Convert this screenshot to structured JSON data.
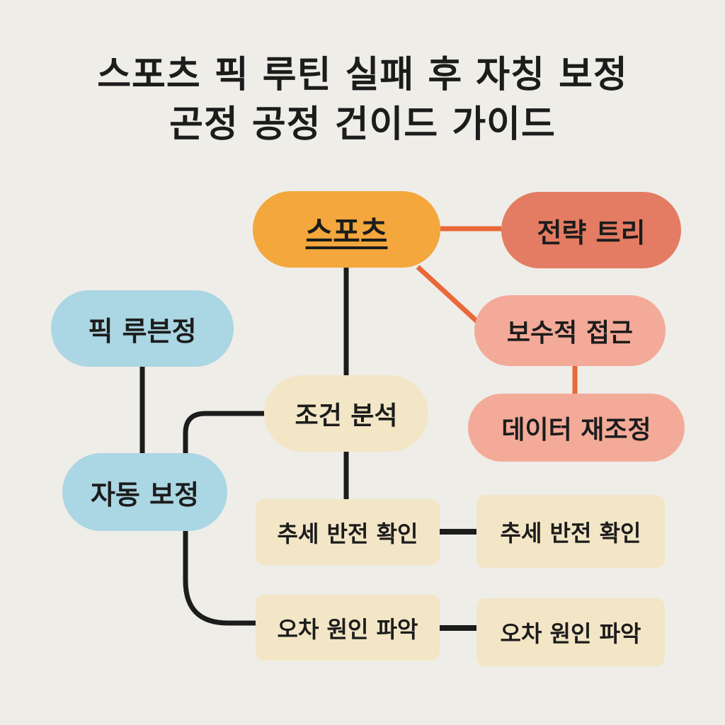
{
  "title": {
    "line1": "스포츠 픽 루틴 실패 후 자칭 보정",
    "line2": "곤정 공정 건이드 가이드"
  },
  "nodes": {
    "sports": "스포츠",
    "strategy_tree": "전략 트리",
    "conservative": "보수적 접근",
    "data_readjust": "데이터 재조정",
    "pick_routine": "픽 루븐정",
    "auto_correct": "자동 보정",
    "condition_analysis": "조건 분석",
    "trend_check_left": "추세 반전 확인",
    "trend_check_right": "추세 반전 확인",
    "error_cause_left": "오차 원인 파악",
    "error_cause_right": "오차 원인 파악"
  },
  "colors": {
    "background": "#efede8",
    "sports": "#f3a73c",
    "strategy": "#e47c63",
    "salmon": "#f3aa98",
    "blue": "#abd6e3",
    "cream": "#f3e6c6",
    "orange_line": "#e8683a",
    "dark_line": "#1c1c1c"
  }
}
